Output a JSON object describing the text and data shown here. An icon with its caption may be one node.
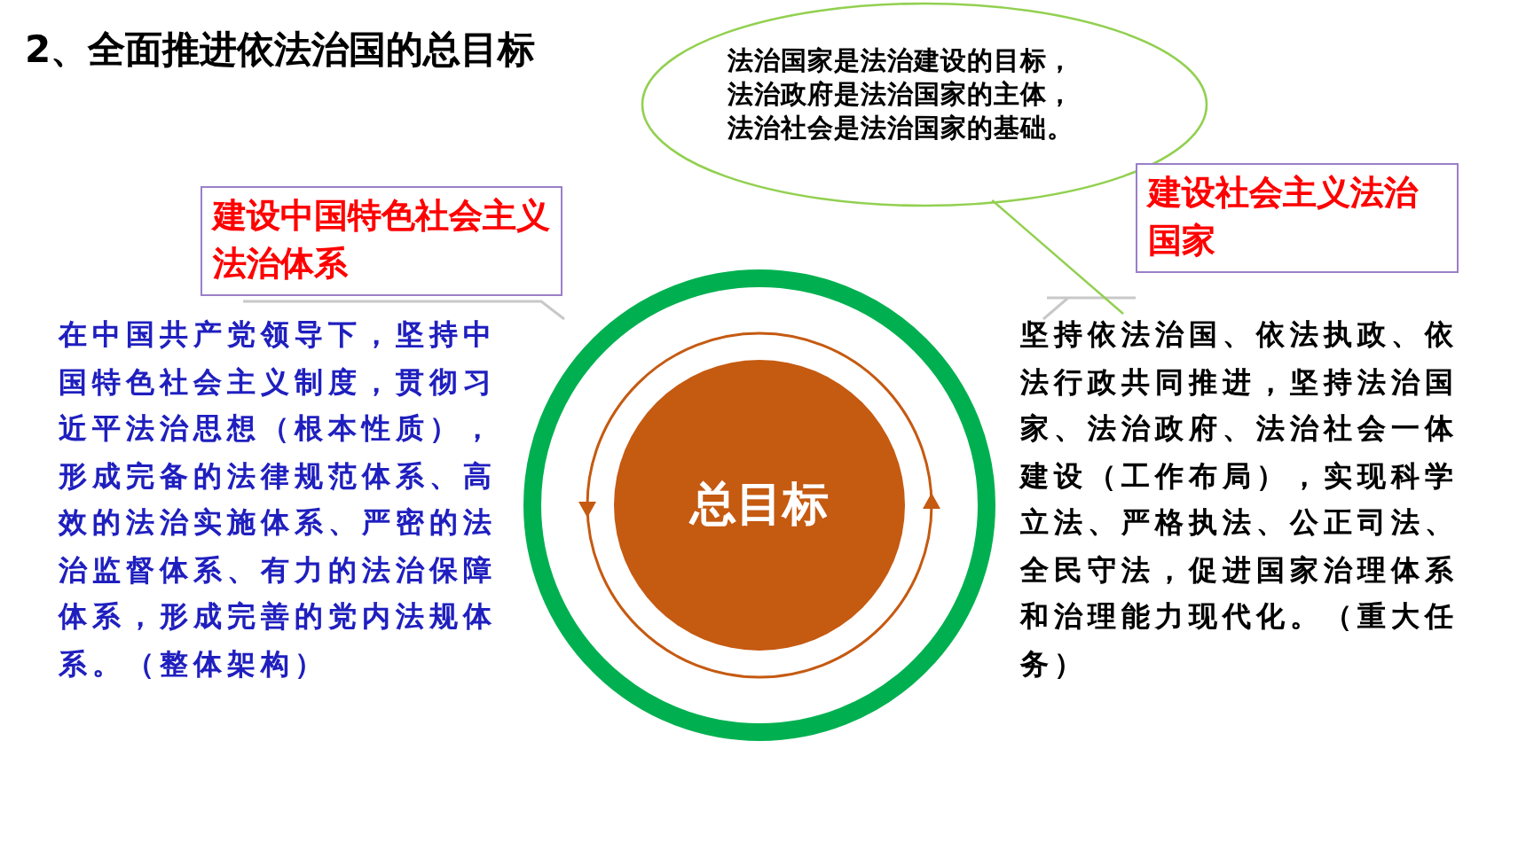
{
  "diagram": {
    "title": "2、全面推进依法治国的总目标",
    "nodes": [
      {
        "text": [
          "法治国家是法治建设的目标，法治政府是法治国家的主体，法治社会是法治国家的基础。"
        ]
      },
      {
        "text": [
          "建设中国特色社会主义法治体系"
        ]
      },
      {
        "text": [
          "在中国共产党领导下，坚持中国特色社会主义制度，贯彻习近平法治思想（根本性质），形成完备的法律规范体系、高效的法治实施体系、严密的法治监督体系、有力的法治保障体系，形成完善的党内法规体系。（整体架构）"
        ]
      },
      {
        "text": [],
        "shape": "circle"
      },
      {
        "text": [
          "总目标"
        ],
        "in": 3
      },
      {
        "text": [
          "建设社会主义法治国家"
        ]
      },
      {
        "text": [
          "坚持依法治国、依法执政、依法行政共同推进，坚持法治国家、法治政府、法治社会一体建设（工作布局），实现科学立法、严格执法、公正司法、全民守法，促进国家治理体系和治理能力现代化。（重大任务）"
        ]
      }
    ],
    "edges": [
      {
        "from": 0,
        "to": 6,
        "arrow": "none"
      }
    ]
  }
}
